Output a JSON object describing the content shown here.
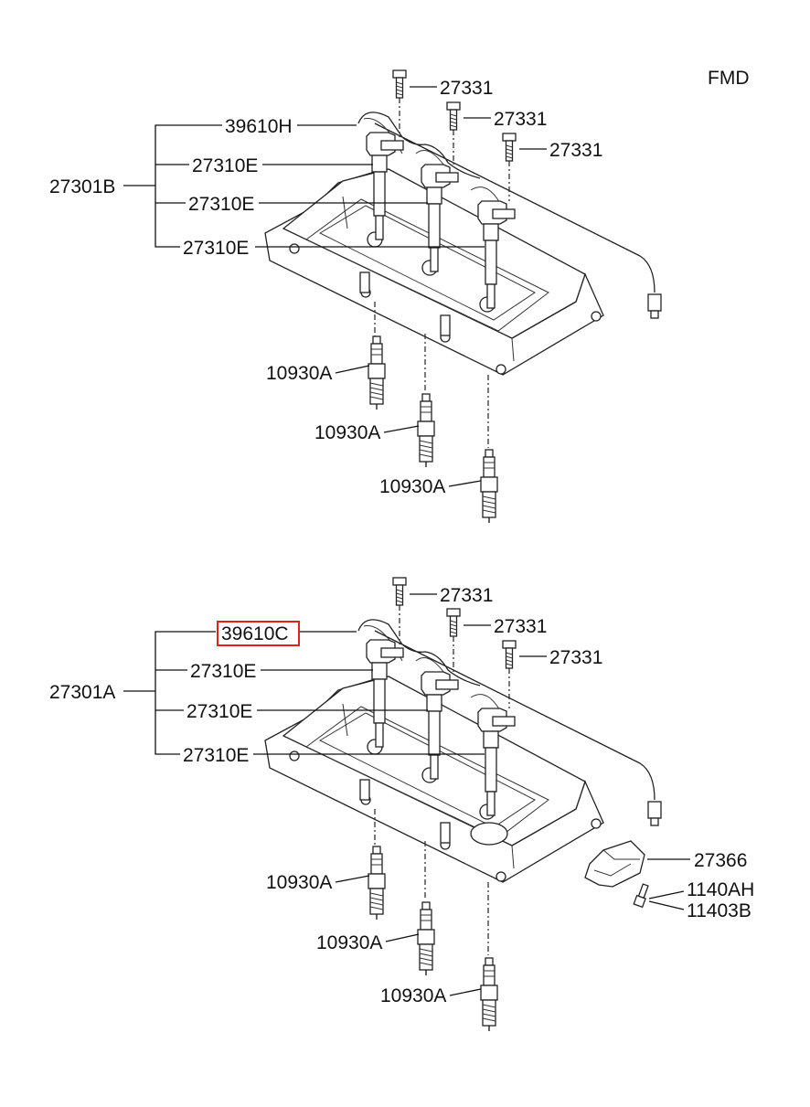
{
  "code": "FMD",
  "upper": {
    "assembly": "27301B",
    "harness": "39610H",
    "bolts": [
      "27331",
      "27331",
      "27331"
    ],
    "coils": [
      "27310E",
      "27310E",
      "27310E"
    ],
    "plugs": [
      "10930A",
      "10930A",
      "10930A"
    ]
  },
  "lower": {
    "assembly": "27301A",
    "harness": "39610C",
    "bolts": [
      "27331",
      "27331",
      "27331"
    ],
    "coils": [
      "27310E",
      "27310E",
      "27310E"
    ],
    "plugs": [
      "10930A",
      "10930A",
      "10930A"
    ],
    "bracket": "27366",
    "screws": [
      "1140AH",
      "11403B"
    ]
  },
  "highlight_color": "#e0221b"
}
